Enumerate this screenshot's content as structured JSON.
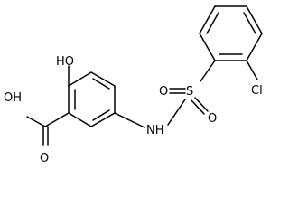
{
  "atoms": {
    "ho_label": "HO",
    "oh_label": "OH",
    "o_left": "O",
    "o_right": "O",
    "s_label": "S",
    "nh_label": "NH",
    "cl_label": "Cl"
  },
  "colors": {
    "ink": "#000000",
    "background": "#ffffff"
  }
}
